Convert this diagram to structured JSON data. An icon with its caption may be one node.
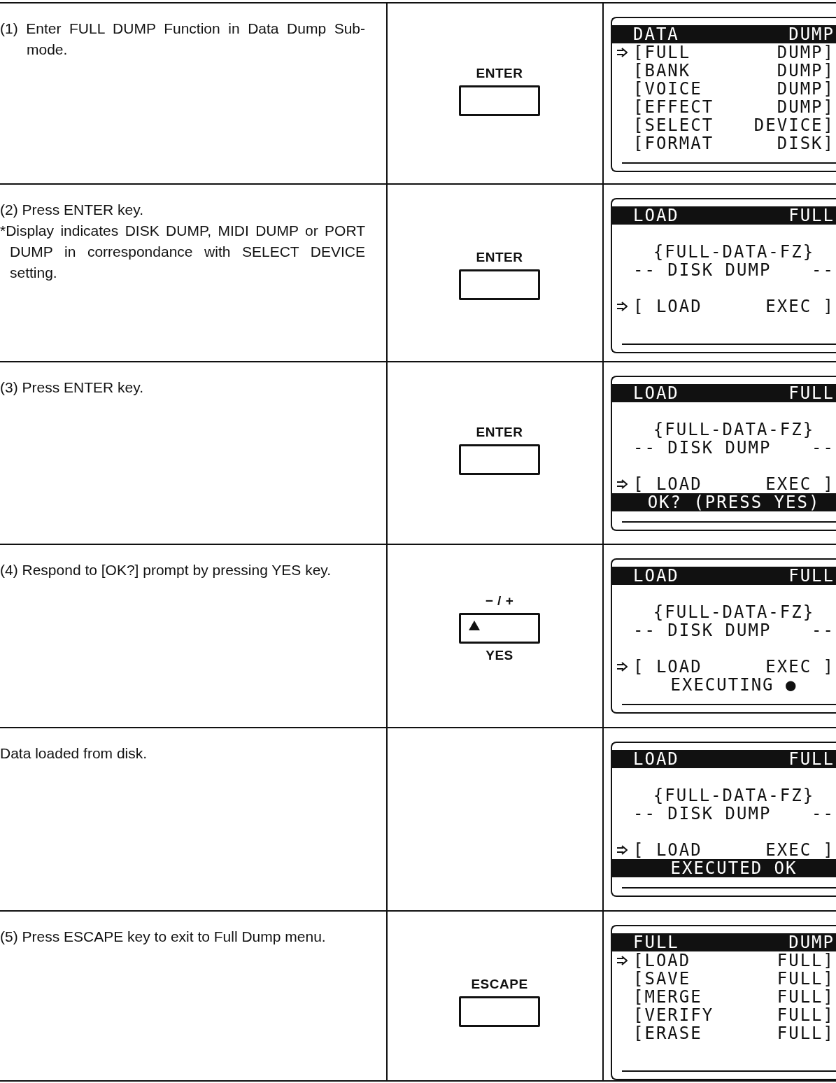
{
  "diagram": {
    "nodes": [
      {
        "text": [
          "ENTER"
        ]
      },
      {
        "text": [
          "DATA",
          "DUMP",
          "[FULL",
          "DUMP]",
          "[BANK",
          "DUMP]",
          "[VOICE",
          "DUMP]",
          "[EFFECT",
          "DUMP]",
          "[SELECT",
          "DEVICE]",
          "[FORMAT",
          "DISK]"
        ]
      },
      {
        "text": [
          "ENTER"
        ]
      },
      {
        "text": [
          "LOAD",
          "FULL",
          "{FULL-DATA-FZ}",
          "-- DISK DUMP",
          "--",
          "[ LOAD",
          "EXEC ]"
        ]
      },
      {
        "text": [
          "ENTER"
        ]
      },
      {
        "text": [
          "LOAD",
          "FULL",
          "{FULL-DATA-FZ}",
          "-- DISK DUMP",
          "--",
          "[ LOAD",
          "EXEC ]",
          "OK? (PRESS YES)"
        ]
      },
      {
        "text": [
          "− / +",
          "YES"
        ]
      },
      {
        "text": [
          "LOAD",
          "FULL",
          "{FULL-DATA-FZ}",
          "-- DISK DUMP",
          "--",
          "[ LOAD",
          "EXEC ]",
          "EXECUTING ●"
        ]
      },
      {
        "text": [
          "LOAD",
          "FULL",
          "{FULL-DATA-FZ}",
          "-- DISK DUMP",
          "--",
          "[ LOAD",
          "EXEC ]",
          "EXECUTED OK"
        ]
      },
      {
        "text": [
          "ESCAPE"
        ]
      },
      {
        "text": [
          "FULL",
          "DUMP",
          "[LOAD",
          "FULL]",
          "[SAVE",
          "FULL]",
          "[MERGE",
          "FULL]",
          "[VERIFY",
          "FULL]",
          "[ERASE",
          "FULL]"
        ]
      }
    ],
    "labels": [
      "(1) Enter FULL DUMP Function in Data Dump Sub-mode.",
      "(2) Press ENTER key.",
      "*Display indicates DISK DUMP, MIDI DUMP or PORT DUMP in correspondance with SELECT DEVICE setting.",
      "(3) Press ENTER key.",
      "(4) Respond to [OK?] prompt by pressing YES key.",
      "Data loaded from disk.",
      "(5) Press ESCAPE key to exit to Full Dump menu."
    ]
  }
}
